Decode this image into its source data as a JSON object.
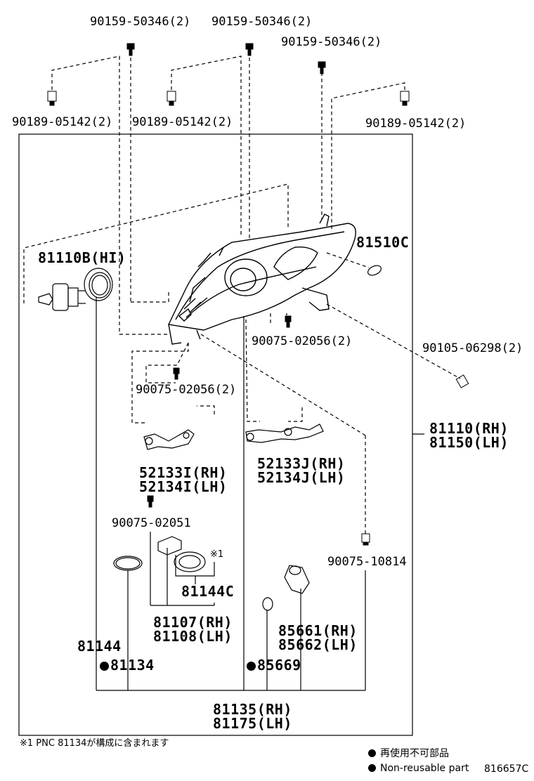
{
  "labels": {
    "p1": "90159-50346(2)",
    "p2": "90159-50346(2)",
    "p3": "90159-50346(2)",
    "p4": "90189-05142(2)",
    "p5": "90189-05142(2)",
    "p6": "90189-05142(2)",
    "p7": "81110B(HI)",
    "p8": "81510C",
    "p9": "90075-02056(2)",
    "p10": "90105-06298(2)",
    "p11": "90075-02056(2)",
    "p12_rh": "52133I(RH)",
    "p12_lh": "52134I(LH)",
    "p13_rh": "52133J(RH)",
    "p13_lh": "52134J(LH)",
    "p14_rh": "81110(RH)",
    "p14_lh": "81150(LH)",
    "p15": "90075-02051",
    "p16": "90075-10814",
    "p17": "※1",
    "p18": "81144C",
    "p19_rh": "81107(RH)",
    "p19_lh": "81108(LH)",
    "p20_rh": "85661(RH)",
    "p20_lh": "85662(LH)",
    "p21": "81144",
    "p22": "81134",
    "p23": "85669",
    "p24_rh": "81135(RH)",
    "p24_lh": "81175(LH)"
  },
  "footnote": "※1  PNC 81134が構成に含まれます",
  "legend": {
    "jp": "再使用不可部品",
    "en": "Non-reusable part"
  },
  "illustration_id": "816657C"
}
